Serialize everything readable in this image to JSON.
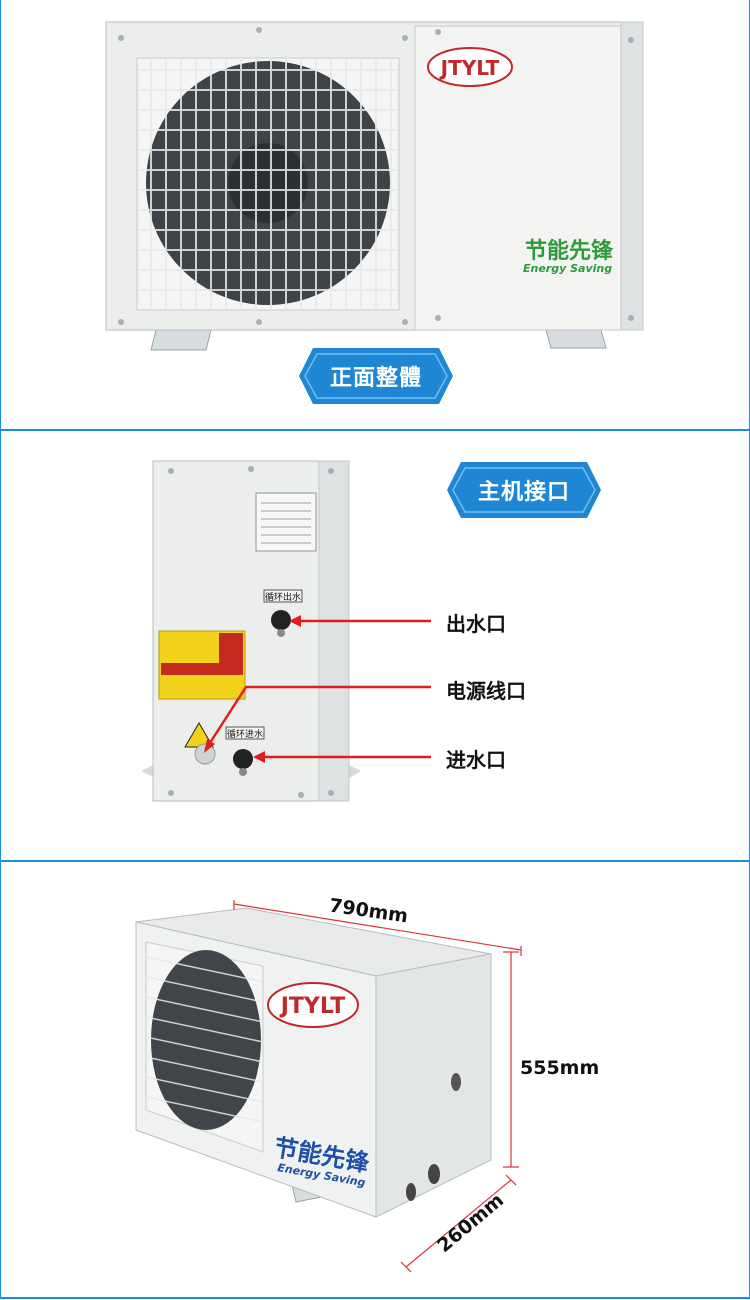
{
  "sections": {
    "front": {
      "badge": "正面整體"
    },
    "back": {
      "badge": "主机接口",
      "callouts": [
        "出水口",
        "电源线口",
        "进水口"
      ],
      "pipe_out_tag": "循环出水",
      "pipe_in_tag": "循环进水"
    },
    "dimensions": {
      "width": "790mm",
      "height": "555mm",
      "depth": "260mm"
    }
  },
  "branding": {
    "logo_text": "JTYLT",
    "slogan_cn": "节能先锋",
    "slogan_en": "Energy Saving"
  },
  "colors": {
    "accent_blue": "#1d8fd8",
    "badge_blue": "#1f86d4",
    "arrow_red": "#e11d1d",
    "logo_red": "#c0282c",
    "slogan_green": "#2f9a3a"
  }
}
